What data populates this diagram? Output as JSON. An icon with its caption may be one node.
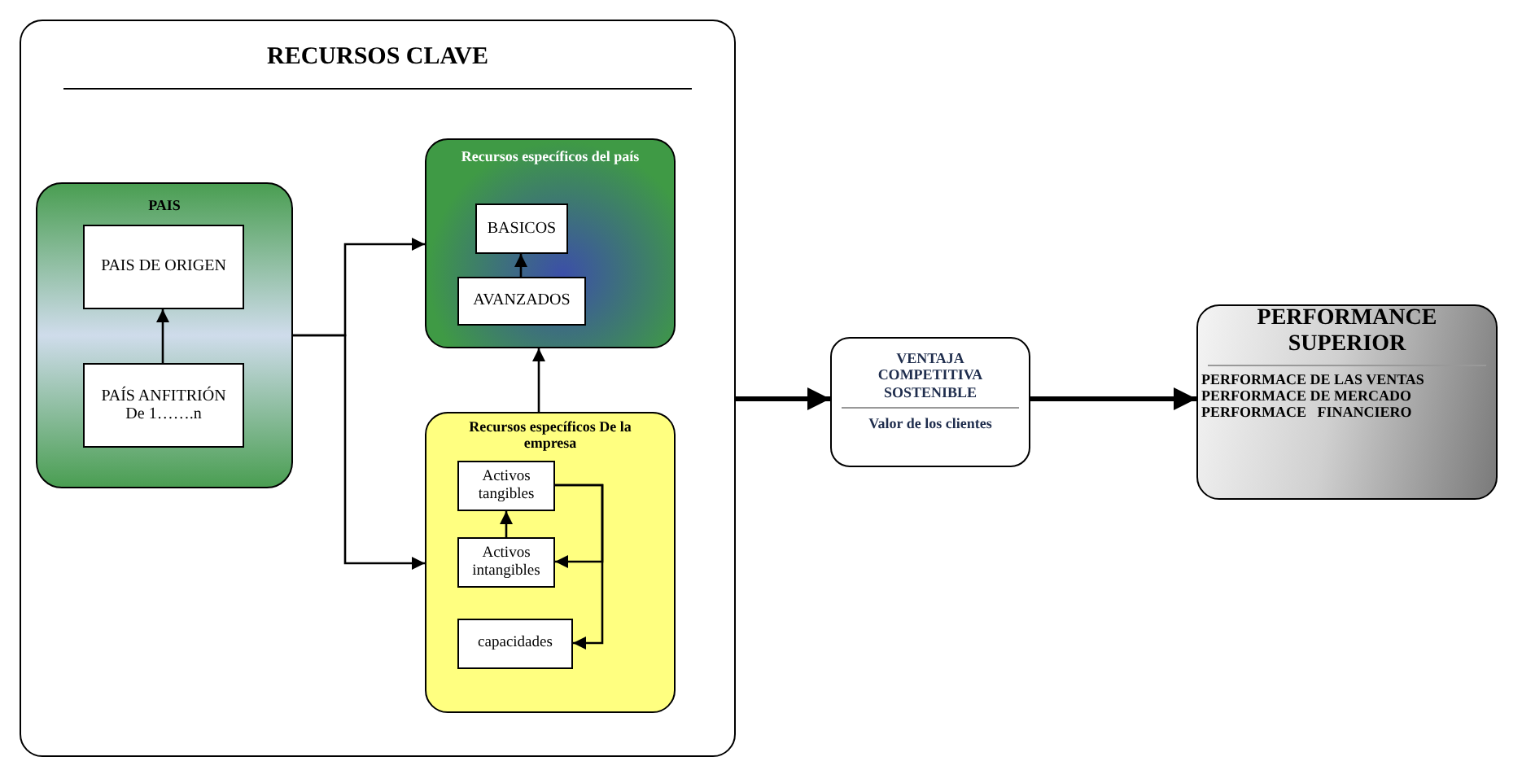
{
  "diagram": {
    "nodes": [
      {
        "text": [
          "RECURSOS CLAVE"
        ]
      },
      {
        "text": [
          "PAIS"
        ],
        "in": 0
      },
      {
        "text": [
          "PAIS DE ORIGEN"
        ],
        "in": 1
      },
      {
        "text": [
          "PAÍS ANFITRIÓN De 1…….n"
        ],
        "in": 1
      },
      {
        "text": [
          "Recursos específicos del país"
        ],
        "in": 0
      },
      {
        "text": [
          "BASICOS"
        ],
        "in": 4
      },
      {
        "text": [
          "AVANZADOS"
        ],
        "in": 4
      },
      {
        "text": [
          "Recursos específicos De la empresa"
        ],
        "in": 0
      },
      {
        "text": [
          "Activos tangibles"
        ],
        "in": 7
      },
      {
        "text": [
          "Activos intangibles"
        ],
        "in": 7
      },
      {
        "text": [
          "capacidades"
        ],
        "in": 7
      },
      {
        "text": [
          "VENTAJA COMPETITIVA SOSTENIBLE",
          "Valor de los clientes"
        ]
      },
      {
        "text": [
          "PERFORMANCE SUPERIOR",
          "PERFORMACE DE LAS VENTAS",
          "PERFORMACE DE MERCADO",
          "PERFORMACE   FINANCIERO"
        ]
      }
    ],
    "edges": [
      {
        "from": 3,
        "to": 2,
        "arrow": "to"
      },
      {
        "from": 6,
        "to": 5,
        "arrow": "to"
      },
      {
        "from": 9,
        "to": 8,
        "arrow": "to"
      },
      {
        "from": 8,
        "to": 9,
        "arrow": "to"
      },
      {
        "from": 8,
        "to": 10,
        "arrow": "to"
      },
      {
        "from": 1,
        "to": 4,
        "arrow": "to"
      },
      {
        "from": 1,
        "to": 7,
        "arrow": "to"
      },
      {
        "from": 7,
        "to": 4,
        "arrow": "to"
      },
      {
        "from": 0,
        "to": 11,
        "arrow": "to",
        "style": "thick"
      },
      {
        "from": 11,
        "to": 12,
        "arrow": "to",
        "style": "thick"
      }
    ]
  }
}
